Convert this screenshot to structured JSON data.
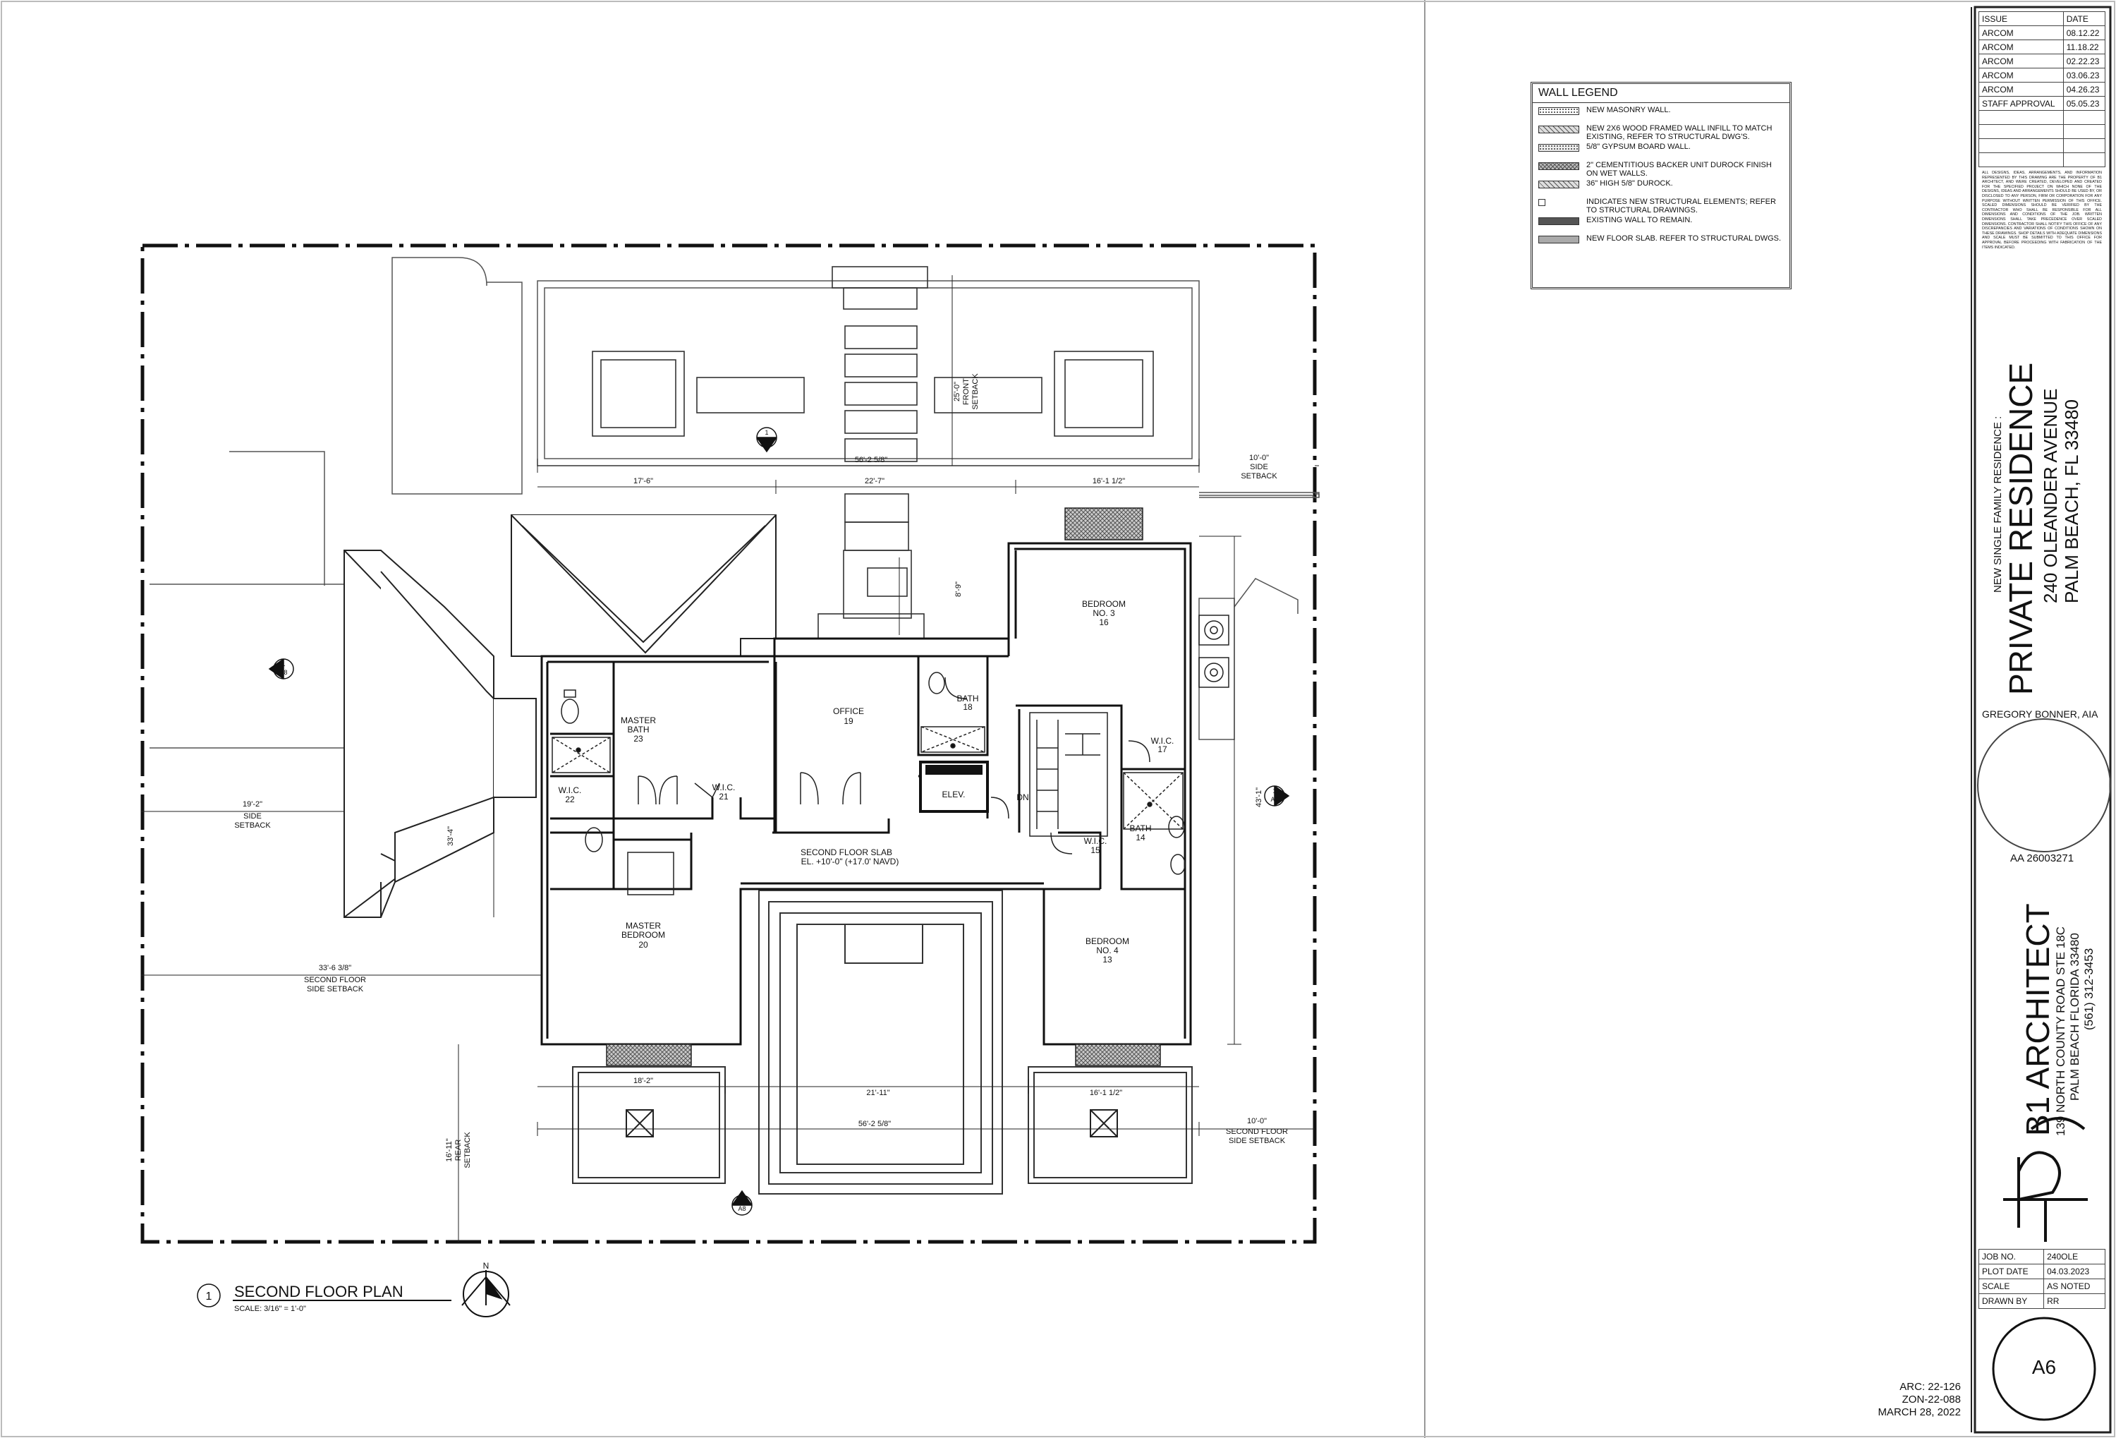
{
  "sheet": {
    "plan_number": "1",
    "plan_title": "SECOND FLOOR  PLAN",
    "plan_scale": "SCALE: 3/16\" = 1'-0\"",
    "north": "N",
    "arc_refs": [
      "ARC: 22-126",
      "ZON-22-088",
      "MARCH 28, 2022"
    ]
  },
  "issues": {
    "headers": [
      "ISSUE",
      "DATE"
    ],
    "rows": [
      [
        "ARCOM",
        "08.12.22"
      ],
      [
        "ARCOM",
        "11.18.22"
      ],
      [
        "ARCOM",
        "02.22.23"
      ],
      [
        "ARCOM",
        "03.06.23"
      ],
      [
        "ARCOM",
        "04.26.23"
      ],
      [
        "STAFF APPROVAL",
        "05.05.23"
      ]
    ]
  },
  "disclaimer": "ALL DESIGNS, IDEAS, ARRANGEMENTS, AND INFORMATION REPRESENTED BY THIS DRAWING ARE THE PROPERTY OF B1 ARCHITECT, AND WERE CREATED, DEVELOPED AND CREATED FOR THE SPECIFIED PROJECT ON WHICH NONE OF THE DESIGNS, IDEAS AND ARRANGEMENTS SHOULD BE USED BY, OR DISCLOSED TO ANY PERSON, FIRM OR CORPORATION FOR ANY PURPOSE WITHOUT WRITTEN PERMISSION OF THIS OFFICE. SCALED DIMENSIONS SHOULD BE VERIFIED BY THE CONTRACTOR WHO SHALL BE RESPONSIBLE FOR ALL DIMENSIONS AND CONDITIONS OF THE JOB. WRITTEN DIMENSIONS SHALL TAKE PRECEDENCE OVER SCALED DIMENSIONS. CONTRACTOR SHALL NOTIFY THIS OFFICE OF ANY DISCREPANCIES AND VARIATIONS OF CONDITIONS SHOWN ON THESE DRAWINGS. SHOP DETAILS WITH ADEQUATE DIMENSIONS AND SCALE MUST BE SUBMITTED TO THIS OFFICE FOR APPROVAL BEFORE PROCEEDING WITH FABRICATION OF THE ITEMS INDICATED.",
  "project": {
    "subtitle": "NEW SINGLE FAMILY RESIDENCE :",
    "name": "PRIVATE RESIDENCE",
    "street": "240 OLEANDER AVENUE",
    "city": "PALM BEACH, FL 33480"
  },
  "architect_seal": {
    "name": "GREGORY BONNER, AIA",
    "license": "AA 26003271"
  },
  "firm": {
    "name": "B1 ARCHITECT",
    "address": "139 NORTH COUNTY ROAD  STE 18C",
    "city": "PALM BEACH FLORIDA 33480",
    "phone": "(561) 312-3453"
  },
  "job_info": [
    [
      "JOB NO.",
      "240OLE"
    ],
    [
      "PLOT DATE",
      "04.03.2023"
    ],
    [
      "SCALE",
      "AS NOTED"
    ],
    [
      "DRAWN BY",
      "RR"
    ]
  ],
  "sheet_number": "A6",
  "wall_legend": {
    "title": "WALL LEGEND",
    "items": [
      {
        "text": "NEW MASONRY WALL.",
        "fill": "#ffffff",
        "hatch": "dots"
      },
      {
        "text": "NEW 2X6 WOOD FRAMED WALL INFILL TO MATCH EXISTING, REFER TO STRUCTURAL DWG'S.",
        "fill": "#dddddd",
        "hatch": "diag"
      },
      {
        "text": "5/8\" GYPSUM BOARD WALL.",
        "fill": "#eeeeee",
        "hatch": "dots"
      },
      {
        "text": "2\" CEMENTITIOUS BACKER UNIT DUROCK FINISH ON WET WALLS.",
        "fill": "#bbbbbb",
        "hatch": "cross"
      },
      {
        "text": "36\" HIGH 5/8\" DUROCK.",
        "fill": "#dddddd",
        "hatch": "diag"
      },
      {
        "text": "INDICATES NEW STRUCTURAL ELEMENTS; REFER TO STRUCTURAL DRAWINGS.",
        "fill": "#ffffff",
        "hatch": "box"
      },
      {
        "text": "EXISTING WALL TO REMAIN.",
        "fill": "#555555",
        "hatch": "solid"
      },
      {
        "text": "NEW FLOOR SLAB. REFER TO STRUCTURAL DWGS.",
        "fill": "#aaaaaa",
        "hatch": "solid"
      }
    ]
  },
  "rooms": {
    "master_bath": [
      "MASTER",
      "BATH",
      "23"
    ],
    "office": [
      "OFFICE",
      "19"
    ],
    "bath18": [
      "BATH",
      "18"
    ],
    "bedroom3": [
      "BEDROOM",
      "NO. 3",
      "16"
    ],
    "wic22": [
      "W.I.C.",
      "22"
    ],
    "wic21": [
      "W.I.C.",
      "21"
    ],
    "elev": "ELEV.",
    "dn": "DN",
    "wic17": [
      "W.I.C.",
      "17"
    ],
    "bath14": [
      "BATH",
      "14"
    ],
    "wic15": [
      "W.I.C.",
      "15"
    ],
    "master_bedroom": [
      "MASTER",
      "BEDROOM",
      "20"
    ],
    "bedroom4": [
      "BEDROOM",
      "NO. 4",
      "13"
    ],
    "slab": [
      "SECOND FLOOR SLAB",
      "EL. +10'-0\" (+17.0' NAVD)"
    ]
  },
  "dimensions": {
    "top_overall": "56'-2 5/8\"",
    "top_left": "17'-6\"",
    "top_mid": "22'-7\"",
    "top_right": "16'-1 1/2\"",
    "front_setback": [
      "25'-0\"",
      "FRONT",
      "SETBACK"
    ],
    "vert_center": "8'-9\"",
    "right_side": [
      "10'-0\"",
      "SIDE",
      "SETBACK"
    ],
    "right_overall": "43'-1\"",
    "left_side": [
      "19'-2\"",
      "SIDE",
      "SETBACK"
    ],
    "left_second": [
      "33'-6 3/8\"",
      "SECOND FLOOR",
      "SIDE SETBACK"
    ],
    "left_vert": "33'-4\"",
    "bottom_left": "18'-2\"",
    "bottom_mid": "21'-11\"",
    "bottom_right": "16'-1 1/2\"",
    "bottom_overall": "56'-2 5/8\"",
    "bottom_right_setback": [
      "10'-0\"",
      "SECOND FLOOR",
      "SIDE SETBACK"
    ],
    "rear_setback": [
      "16'-11\"",
      "REAR",
      "SETBACK"
    ]
  },
  "section_markers": {
    "top": [
      "1",
      "A6"
    ],
    "left": [
      "1",
      "A8"
    ],
    "right": [
      "1",
      "A7"
    ],
    "bottom": [
      "1",
      "A8"
    ]
  }
}
